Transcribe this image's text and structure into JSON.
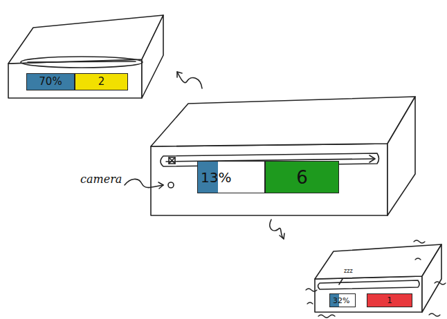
{
  "diagram": {
    "nodes": [
      {
        "text": [
          "70%"
        ]
      },
      {
        "text": [
          "2"
        ]
      },
      {
        "text": [
          "13%"
        ]
      },
      {
        "text": [
          "6"
        ]
      },
      {
        "text": [
          "32%"
        ]
      },
      {
        "text": [
          "1"
        ]
      }
    ],
    "labels": [
      "camera",
      "zzz"
    ]
  }
}
